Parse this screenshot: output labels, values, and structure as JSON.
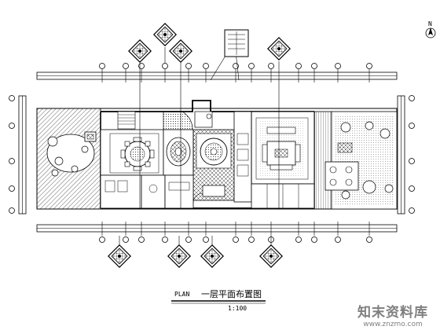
{
  "drawing": {
    "plan_label": "PLAN",
    "title": "一层平面布置图",
    "scale": "1:100"
  },
  "compass": {
    "label": "N"
  },
  "watermark": {
    "text": "知末资料库",
    "url": "www.znzmo.com"
  }
}
